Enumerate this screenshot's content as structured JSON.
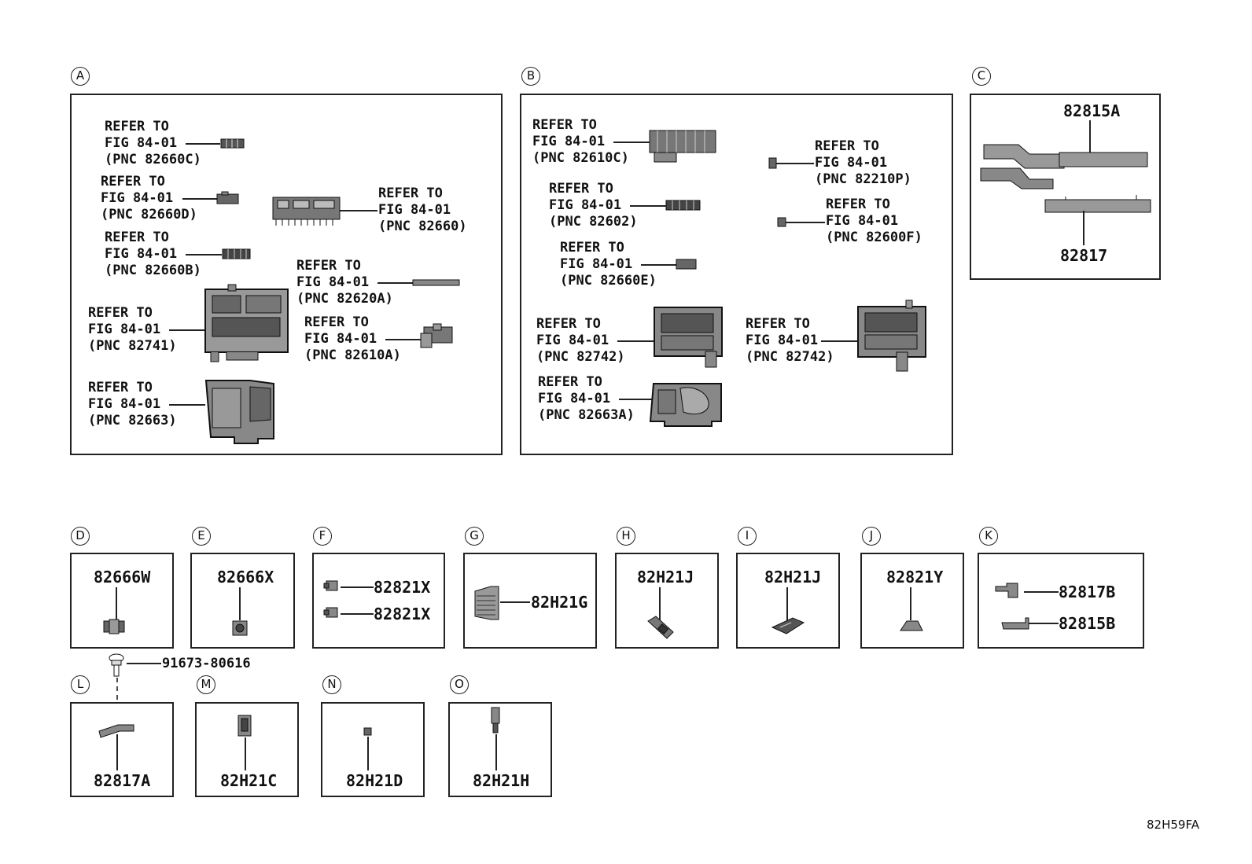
{
  "sections": {
    "A": {
      "letter": "A"
    },
    "B": {
      "letter": "B"
    },
    "C": {
      "letter": "C",
      "parts": [
        "82815A",
        "82817"
      ]
    },
    "D": {
      "letter": "D",
      "parts": [
        "82666W"
      ]
    },
    "E": {
      "letter": "E",
      "parts": [
        "82666X"
      ]
    },
    "F": {
      "letter": "F",
      "parts": [
        "82821X",
        "82821X"
      ]
    },
    "G": {
      "letter": "G",
      "parts": [
        "82H21G"
      ]
    },
    "H": {
      "letter": "H",
      "parts": [
        "82H21J"
      ]
    },
    "I": {
      "letter": "I",
      "parts": [
        "82H21J"
      ]
    },
    "J": {
      "letter": "J",
      "parts": [
        "82821Y"
      ]
    },
    "K": {
      "letter": "K",
      "parts": [
        "82817B",
        "82815B"
      ]
    },
    "L": {
      "letter": "L",
      "parts": [
        "82817A"
      ],
      "bolt": "91673-80616"
    },
    "M": {
      "letter": "M",
      "parts": [
        "82H21C"
      ]
    },
    "N": {
      "letter": "N",
      "parts": [
        "82H21D"
      ]
    },
    "O": {
      "letter": "O",
      "parts": [
        "82H21H"
      ]
    }
  },
  "refs_a": [
    {
      "l1": "REFER TO",
      "l2": "FIG 84-01",
      "l3": "(PNC 82660C)"
    },
    {
      "l1": "REFER TO",
      "l2": "FIG 84-01",
      "l3": "(PNC 82660D)"
    },
    {
      "l1": "REFER TO",
      "l2": "FIG 84-01",
      "l3": "(PNC 82660B)"
    },
    {
      "l1": "REFER TO",
      "l2": "FIG 84-01",
      "l3": "(PNC 82741)"
    },
    {
      "l1": "REFER TO",
      "l2": "FIG 84-01",
      "l3": "(PNC 82663)"
    },
    {
      "l1": "REFER TO",
      "l2": "FIG 84-01",
      "l3": "(PNC 82660)"
    },
    {
      "l1": "REFER TO",
      "l2": "FIG 84-01",
      "l3": "(PNC 82620A)"
    },
    {
      "l1": "REFER TO",
      "l2": "FIG 84-01",
      "l3": "(PNC 82610A)"
    }
  ],
  "refs_b": [
    {
      "l1": "REFER TO",
      "l2": "FIG 84-01",
      "l3": "(PNC 82610C)"
    },
    {
      "l1": "REFER TO",
      "l2": "FIG 84-01",
      "l3": "(PNC 82602)"
    },
    {
      "l1": "REFER TO",
      "l2": "FIG 84-01",
      "l3": "(PNC 82660E)"
    },
    {
      "l1": "REFER TO",
      "l2": "FIG 84-01",
      "l3": "(PNC 82742)"
    },
    {
      "l1": "REFER TO",
      "l2": "FIG 84-01",
      "l3": "(PNC 82663A)"
    },
    {
      "l1": "REFER TO",
      "l2": "FIG 84-01",
      "l3": "(PNC 82210P)"
    },
    {
      "l1": "REFER TO",
      "l2": "FIG 84-01",
      "l3": "(PNC 82600F)"
    },
    {
      "l1": "REFER TO",
      "l2": "FIG 84-01",
      "l3": "(PNC 82742)"
    }
  ],
  "figure_code": "82H59FA"
}
